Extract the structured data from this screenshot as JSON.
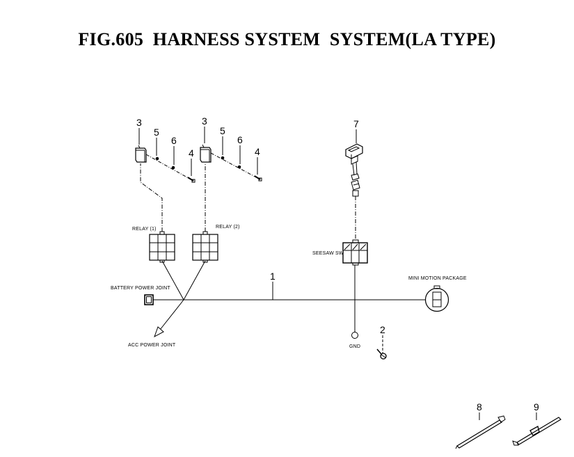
{
  "title": "FIG.605  HARNESS SYSTEM  SYSTEM(LA TYPE)",
  "labels": {
    "relay1": "RELAY (1)",
    "relay2": "RELAY (2)",
    "seesaw": "SEESAW SW",
    "battery": "BATTERY POWER JOINT",
    "acc": "ACC POWER JOINT",
    "gnd": "GND",
    "mini_motion": "MINI MOTION PACKAGE"
  },
  "callouts": {
    "c1": "1",
    "c2": "2",
    "c3a": "3",
    "c3b": "3",
    "c4a": "4",
    "c4b": "4",
    "c5a": "5",
    "c5b": "5",
    "c6a": "6",
    "c6b": "6",
    "c7": "7",
    "c8": "8",
    "c9": "9"
  }
}
